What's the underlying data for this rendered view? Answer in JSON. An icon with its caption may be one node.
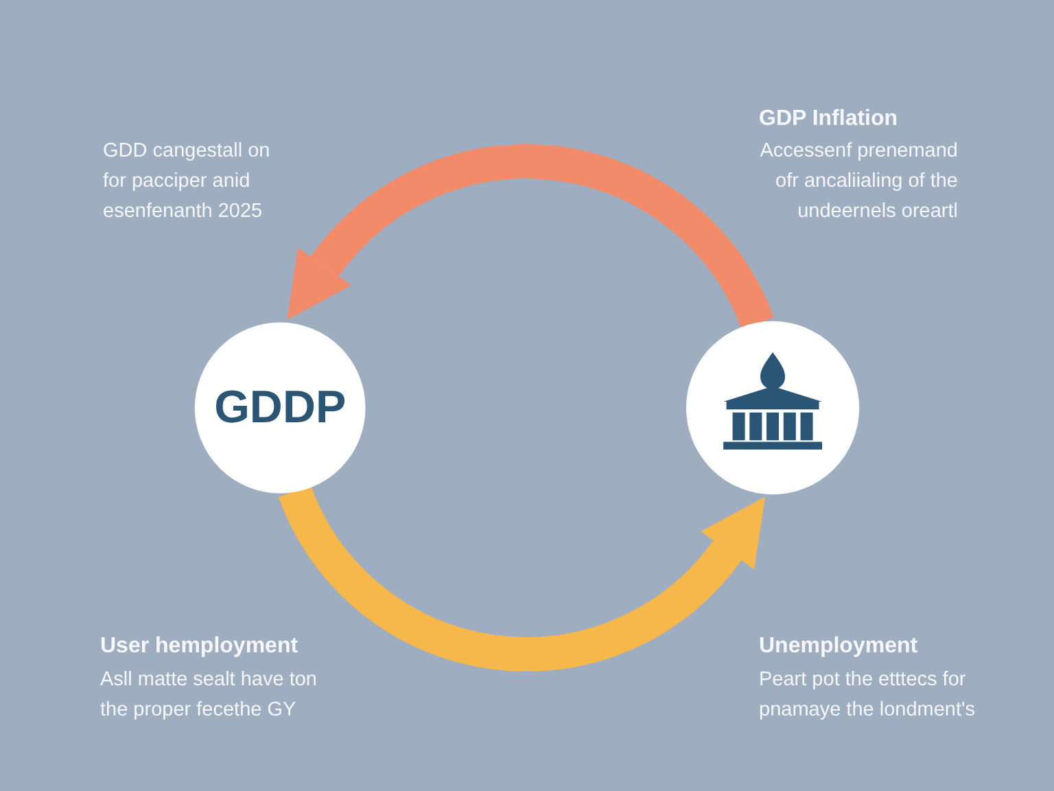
{
  "diagram": {
    "nodes": [
      {
        "text": [
          "GDDP"
        ]
      },
      {
        "text": [],
        "shape": "circle"
      }
    ],
    "edges": [
      {
        "from": 1,
        "to": 0,
        "arrow": "to",
        "color": "#f28b69"
      },
      {
        "from": 0,
        "to": 1,
        "arrow": "to",
        "color": "#f6b84b"
      }
    ],
    "labels": [
      "GDD cangestall on for pacciper anid esenfenanth 2025",
      "GDP Inflation",
      "Accessenf prenemand ofr ancaliialing of the undeernels oreartl",
      "User hemployment",
      "Asll matte sealt have ton the proper fecethe GY",
      "Unemployment",
      "Peart pot the etttecs for pnamaye the londment's"
    ]
  }
}
